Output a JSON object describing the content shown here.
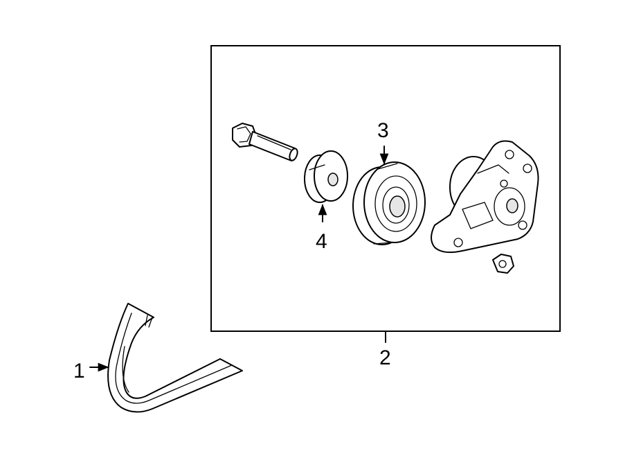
{
  "callouts": {
    "belt": "1",
    "tensioner_assembly": "2",
    "idler_pulley": "3",
    "pulley_cover": "4"
  }
}
